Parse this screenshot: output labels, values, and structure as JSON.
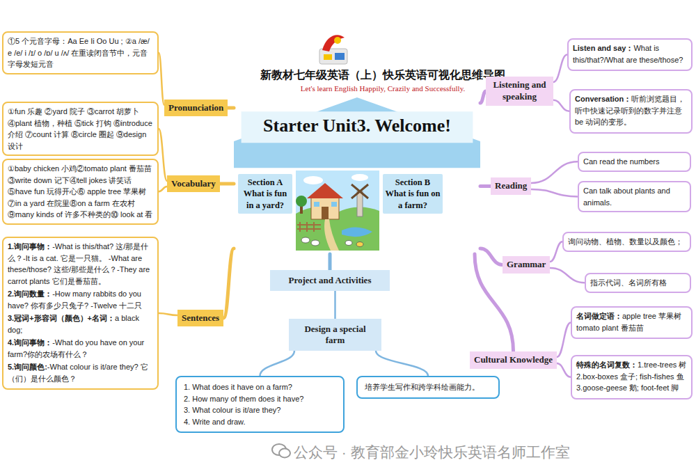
{
  "diagram": {
    "title": "新教材七年级英语（上）快乐英语可视化思维导图",
    "nodes": [
      {
        "text": [
          "Starter Unit3. Welcome!"
        ]
      },
      {
        "text": [
          "Section A What is fun in a yard?"
        ],
        "in": 0
      },
      {
        "text": [
          "Section B What is fun on a farm?"
        ],
        "in": 0
      },
      {
        "text": [
          "Pronunciation"
        ]
      },
      {
        "text": [
          "①5 个元音字母：Aa Ee Ii Oo Uu ; ②a /æ/ e /e/ i /ɪ/ o /ɒ/ u /ʌ/ 在重读闭音节中，元音字母发短元音"
        ]
      },
      {
        "text": [
          "Vocabulary"
        ]
      },
      {
        "text": [
          "①fun 乐趣 ②yard 院子 ③carrot 胡萝卜 ④plant 植物，种植 ⑤tick 打钩 ⑥introduce 介绍 ⑦count 计算 ⑧circle 圈起 ⑨design 设计"
        ]
      },
      {
        "text": [
          "①baby chicken 小鸡②tomato plant 番茄苗③write down 记下④tell jokes 讲笑话⑤have fun 玩得开心⑥ apple tree 苹果树⑦in a yard 在院里⑧on a farm 在农村⑨many kinds of 许多不种类的⑩ look at 看"
        ]
      },
      {
        "text": [
          "Sentences"
        ]
      },
      {
        "text": [
          "1.询问事物：",
          "-What is this/that? 这/那是什么？-It is a cat. 它是一只猫。 -What are these/those? 这些/那些是什么？-They are carrot plants 它们是番茄苗。",
          "2.询问数量：",
          "-How many rabbits do you have? 你有多少只兔子? -Twelve 十二只",
          "3.冠词+形容词（颜色）+名词：",
          "a black dog;",
          "4.询问事物：",
          "-What do you have on your farm?你的农场有什么？",
          "5.询问颜色:",
          "-What colour is it/are they? 它（们）是什么颜色？"
        ]
      },
      {
        "text": [
          "Listening and speaking"
        ]
      },
      {
        "text": [
          "Listen and say：",
          "What is this/that?/What are these/those?"
        ]
      },
      {
        "text": [
          "Conversation：",
          "听前浏览题目，听中快速记录听到的数字并注意 be 动词的变形。"
        ]
      },
      {
        "text": [
          "Reading"
        ]
      },
      {
        "text": [
          "Can read the numbers"
        ]
      },
      {
        "text": [
          "Can talk about plants and animals."
        ]
      },
      {
        "text": [
          "Grammar"
        ]
      },
      {
        "text": [
          "询问动物、植物、数量以及颜色；"
        ]
      },
      {
        "text": [
          "指示代词、名词所有格"
        ]
      },
      {
        "text": [
          "Cultural Knowledge"
        ]
      },
      {
        "text": [
          "名词做定语：",
          "apple tree 苹果树 tomato plant 番茄苗"
        ]
      },
      {
        "text": [
          "特殊的名词复数：",
          "1.tree-trees 树 2.box-boxes 盒子; fish-fishes 鱼 3.goose-geese 鹅; foot-feet 脚"
        ]
      },
      {
        "text": [
          "Project and Activities"
        ]
      },
      {
        "text": [
          "Design a special farm"
        ]
      },
      {
        "text": [
          "1. What does it have on a farm?",
          "2. How many of them does it have?",
          "3. What colour is it/are they?",
          "4. Write and draw."
        ]
      },
      {
        "text": [
          "培养学生写作和跨学科绘画能力。"
        ]
      }
    ],
    "edges": [
      {
        "from": 0,
        "to": 3,
        "arrow": "none"
      },
      {
        "from": 3,
        "to": 4,
        "arrow": "none"
      },
      {
        "from": 0,
        "to": 5,
        "arrow": "none"
      },
      {
        "from": 5,
        "to": 6,
        "arrow": "none"
      },
      {
        "from": 5,
        "to": 7,
        "arrow": "none"
      },
      {
        "from": 0,
        "to": 8,
        "arrow": "none"
      },
      {
        "from": 8,
        "to": 9,
        "arrow": "none"
      },
      {
        "from": 0,
        "to": 10,
        "arrow": "none"
      },
      {
        "from": 10,
        "to": 11,
        "arrow": "none"
      },
      {
        "from": 10,
        "to": 12,
        "arrow": "none"
      },
      {
        "from": 0,
        "to": 13,
        "arrow": "none"
      },
      {
        "from": 13,
        "to": 14,
        "arrow": "none"
      },
      {
        "from": 13,
        "to": 15,
        "arrow": "none"
      },
      {
        "from": 0,
        "to": 16,
        "arrow": "none"
      },
      {
        "from": 16,
        "to": 17,
        "arrow": "none"
      },
      {
        "from": 16,
        "to": 18,
        "arrow": "none"
      },
      {
        "from": 0,
        "to": 19,
        "arrow": "none"
      },
      {
        "from": 19,
        "to": 20,
        "arrow": "none"
      },
      {
        "from": 19,
        "to": 21,
        "arrow": "none"
      },
      {
        "from": 0,
        "to": 22,
        "arrow": "none"
      },
      {
        "from": 22,
        "to": 23,
        "arrow": "none"
      },
      {
        "from": 23,
        "to": 24,
        "arrow": "none"
      },
      {
        "from": 23,
        "to": 25,
        "arrow": "none"
      }
    ],
    "labels": [
      "Let's learn English Happily, Crazily and Successfully.",
      "公众号 · 教育部金小玲快乐英语名师工作室"
    ]
  }
}
